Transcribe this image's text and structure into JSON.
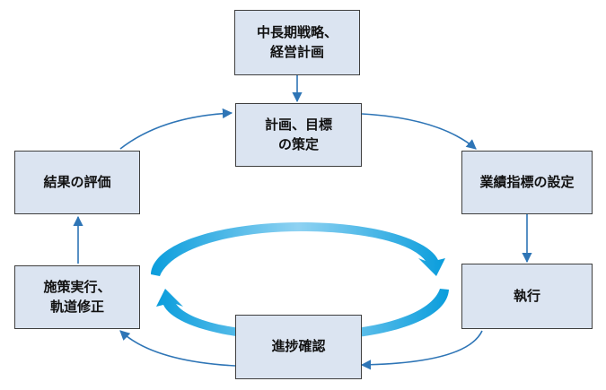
{
  "nodes": {
    "strategy": {
      "line1": "中長期戦略、",
      "line2": "経営計画"
    },
    "planning": {
      "line1": "計画、目標",
      "line2": "の策定"
    },
    "kpi": {
      "line1": "業績指標の設定"
    },
    "execution": {
      "line1": "執行"
    },
    "progress": {
      "line1": "進捗確認"
    },
    "action": {
      "line1": "施策実行、",
      "line2": "軌道修正"
    },
    "evaluation": {
      "line1": "結果の評価"
    }
  },
  "colors": {
    "box_fill": "#dbe4f1",
    "box_border": "#3f3f3f",
    "arrow": "#2e75b6",
    "cycle_light": "#a8dcf5",
    "cycle_dark": "#0a9ddc"
  }
}
